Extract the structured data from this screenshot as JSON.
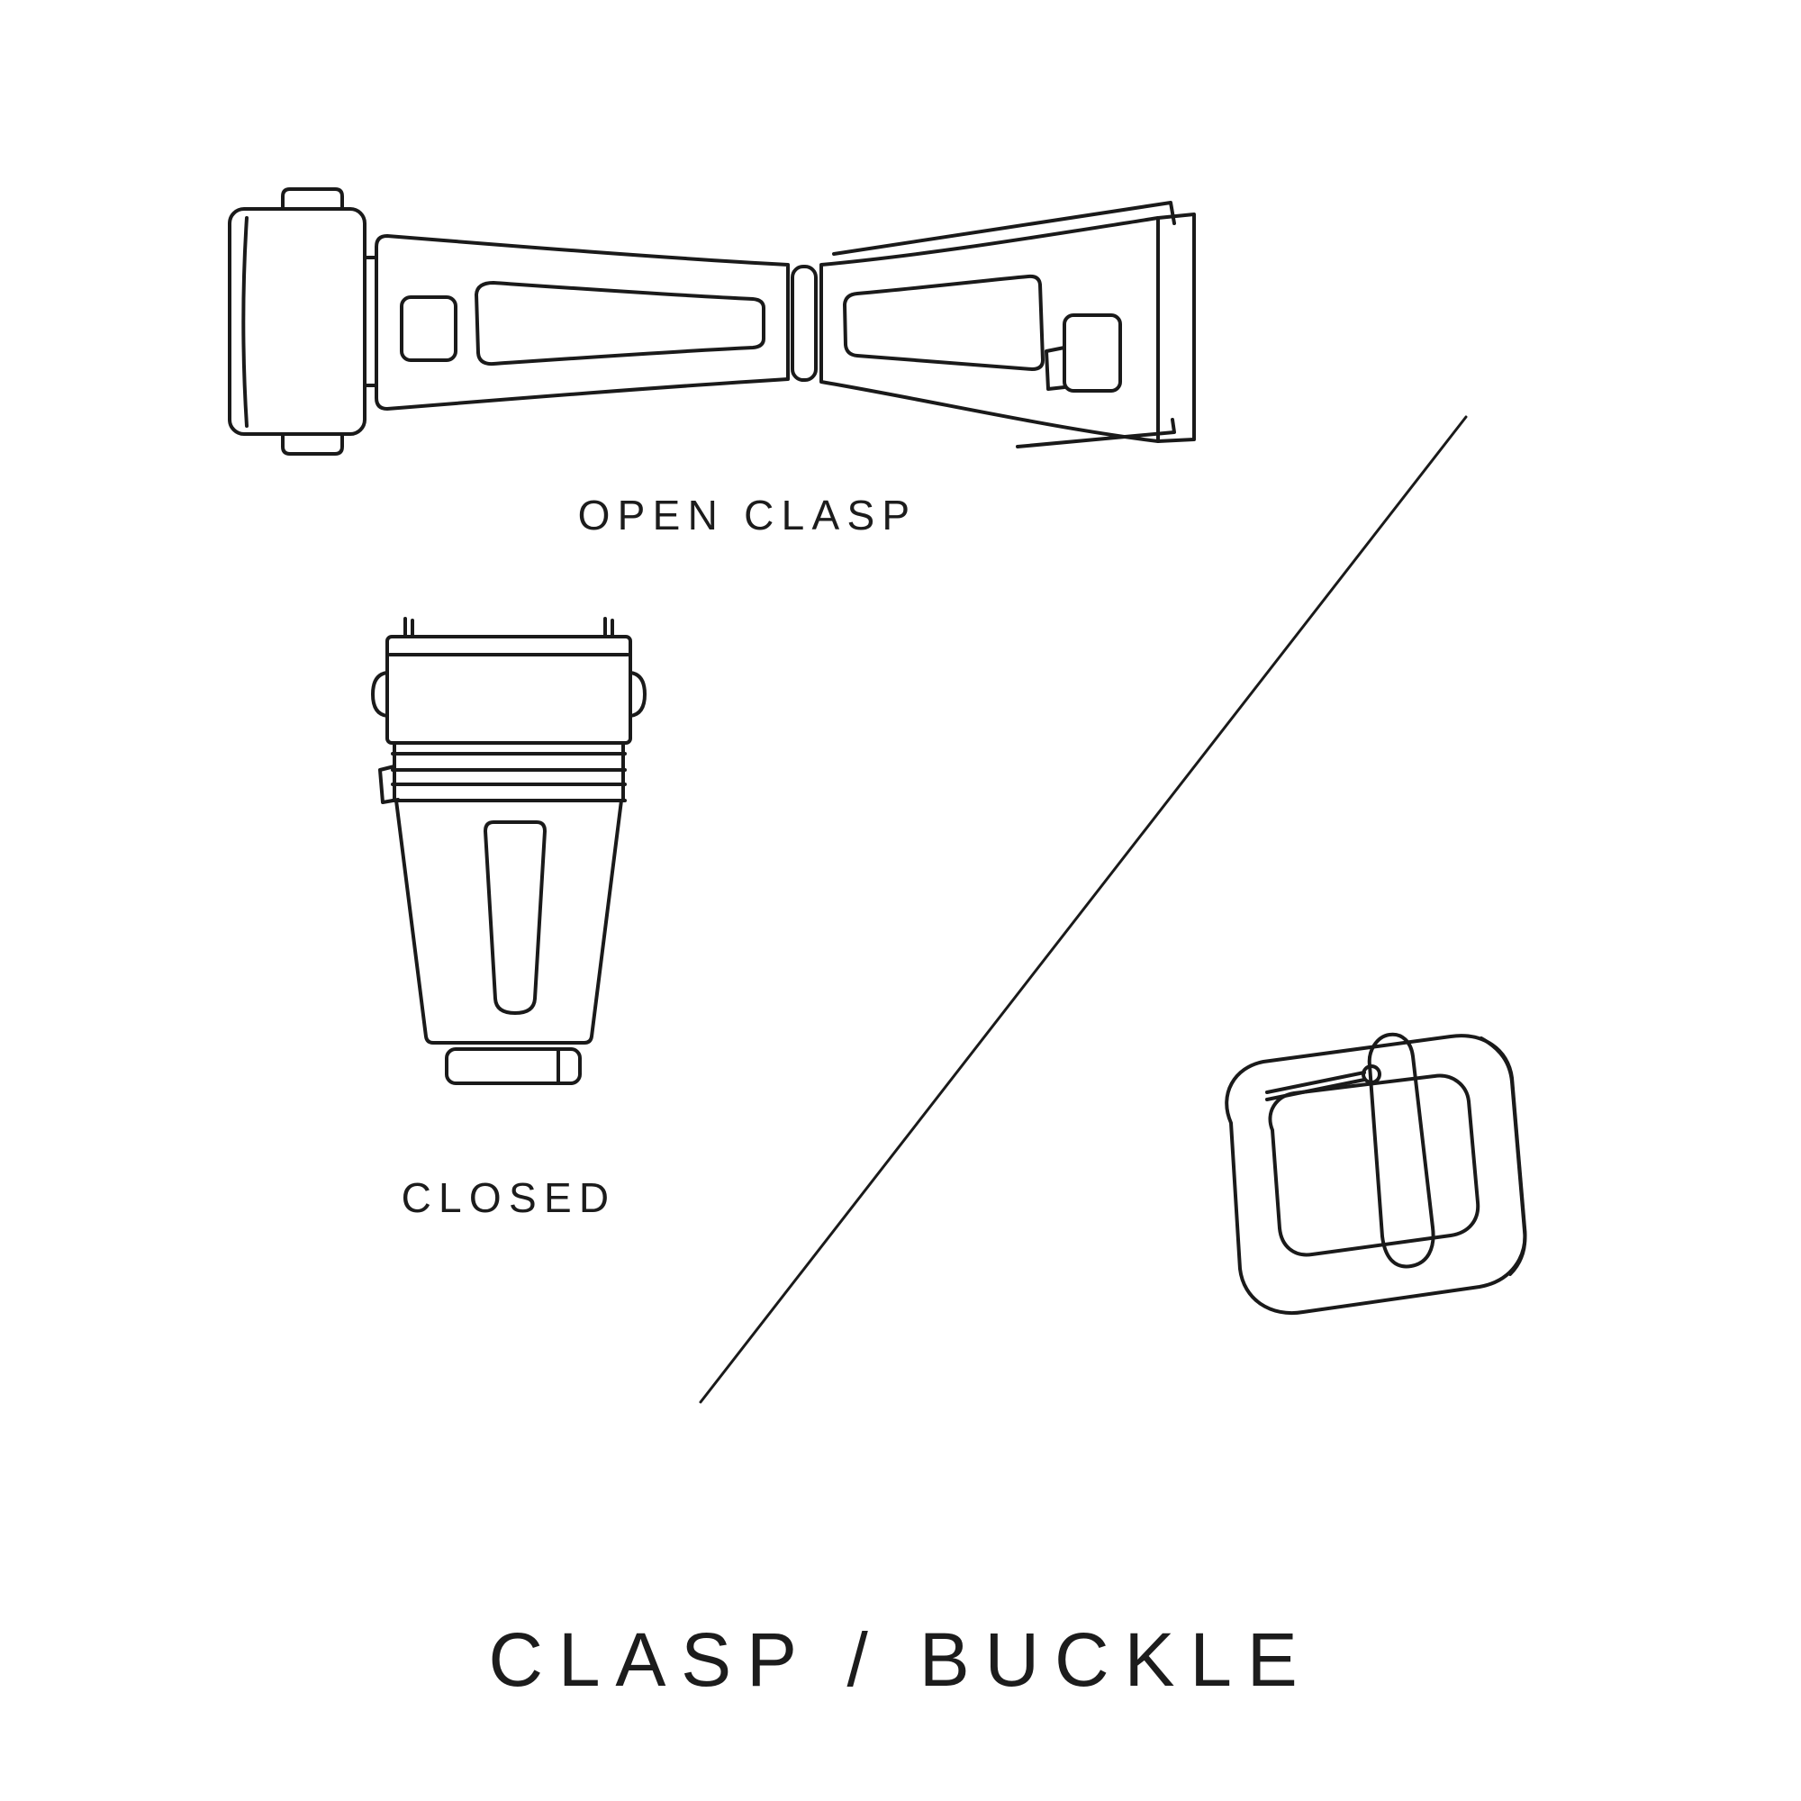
{
  "page": {
    "background_color": "#ffffff",
    "line_color": "#1a1a1a",
    "text_color": "#1c1c1c"
  },
  "labels": {
    "open_clasp": "OPEN CLASP",
    "closed": "CLOSED"
  },
  "title": "CLASP / BUCKLE",
  "illustrations": {
    "open_clasp": "open-clasp-illustration",
    "closed_clasp": "closed-clasp-illustration",
    "buckle": "buckle-illustration",
    "divider": "diagonal-divider-line"
  }
}
